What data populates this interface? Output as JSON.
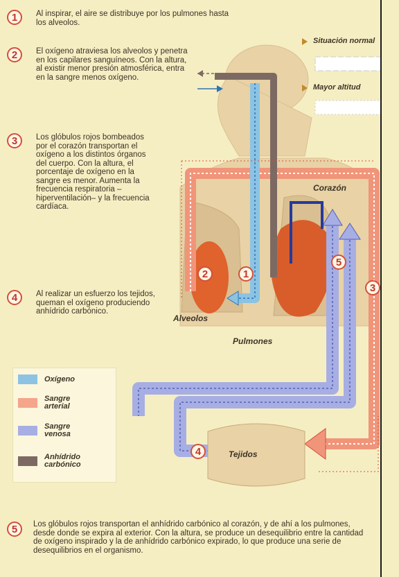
{
  "steps": {
    "s1": {
      "num": "1",
      "text": "Al inspirar, el aire se distribuye por los pulmones hasta los alveolos."
    },
    "s2": {
      "num": "2",
      "text": "El oxígeno atraviesa los alveolos y penetra en los capilares sanguíneos. Con la altura, al existir menor presión atmosférica, entra en la sangre menos oxígeno."
    },
    "s3": {
      "num": "3",
      "text": "Los glóbulos rojos bombeados por el corazón transportan el oxígeno a los distintos órganos del cuerpo. Con la altura, el porcentaje de oxígeno en la sangre es menor. Aumenta la frecuencia respiratoria –hiperventilación– y la frecuencia cardíaca."
    },
    "s4": {
      "num": "4",
      "text": "Al realizar un esfuerzo los tejidos, queman el oxígeno produciendo anhídrido carbónico."
    },
    "s5": {
      "num": "5",
      "text": "Los glóbulos rojos transportan el anhídrido carbónico al corazón, y de ahí a los pulmones, desde donde se expira al exterior. Con la altura, se produce un desequilibrio entre la cantidad de oxígeno inspirado y la de anhídrido carbónico expirado, lo que produce una serie de desequilibrios en el organismo."
    }
  },
  "legend_top": {
    "normal": "Situación normal",
    "altitude": "Mayor altitud"
  },
  "labels": {
    "heart": "Corazón",
    "alveoli": "Alveolos",
    "lungs": "Pulmones",
    "tissues": "Tejidos"
  },
  "markers": {
    "m1": "1",
    "m2": "2",
    "m3": "3",
    "m4": "4",
    "m5": "5"
  },
  "legend": [
    {
      "label": "Oxígeno",
      "color": "#8cc3e3"
    },
    {
      "label": "Sangre arterial",
      "color": "#f4a58a"
    },
    {
      "label": "Sangre venosa",
      "color": "#a7aee3"
    },
    {
      "label": "Anhídrido carbónico",
      "color": "#7c6a62"
    }
  ],
  "colors": {
    "oxygen": "#8cc3e3",
    "arterial": "#f4a58a",
    "venous": "#a7aee3",
    "co2": "#7c6a62",
    "marker_red": "#d4503a",
    "background": "#f6eec3"
  }
}
